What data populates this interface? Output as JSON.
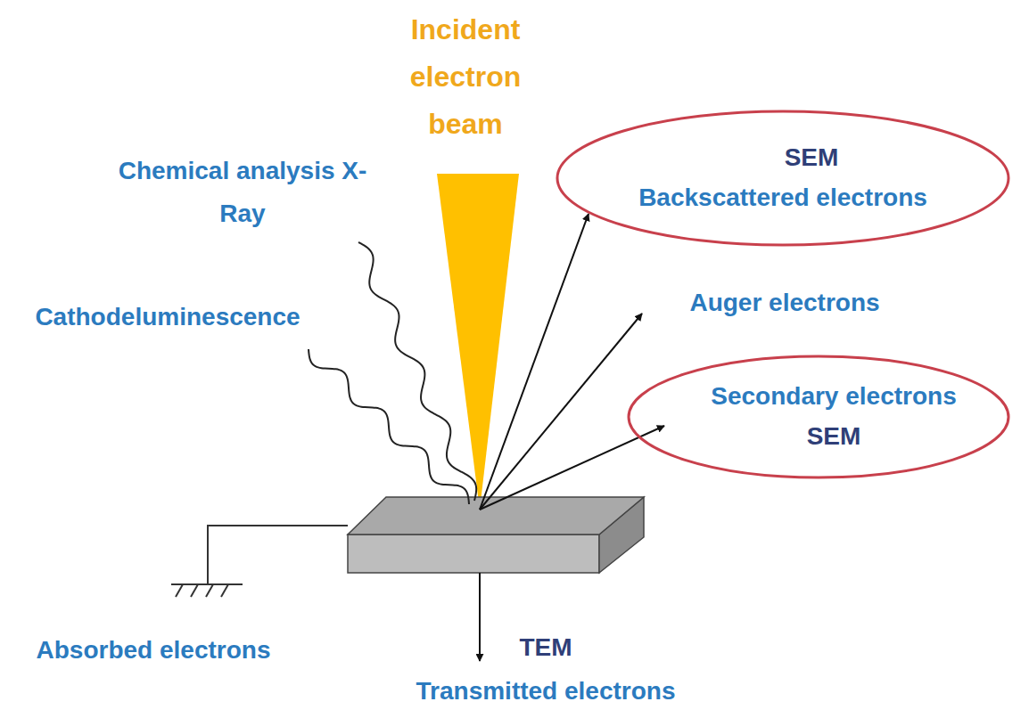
{
  "diagram": {
    "nodes": [
      {
        "text": [
          "SEM",
          "Backscattered electrons"
        ]
      },
      {
        "text": [
          "Secondary electrons",
          "SEM"
        ]
      }
    ],
    "labels": [
      "Incident electron beam",
      "Chemical analysis X-Ray",
      "Cathodeluminescence",
      "Auger electrons",
      "Absorbed electrons",
      "TEM",
      "Transmitted electrons"
    ]
  }
}
